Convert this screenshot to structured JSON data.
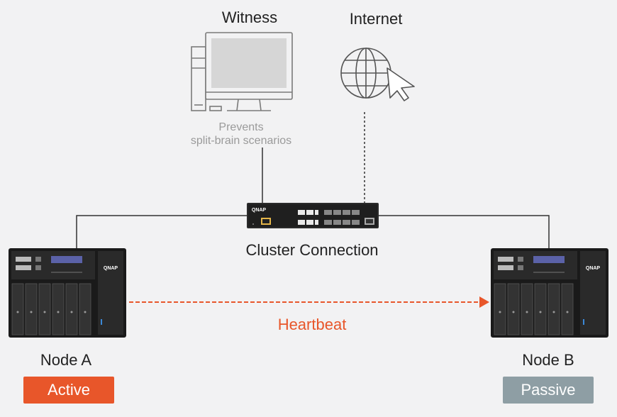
{
  "witness": {
    "title": "Witness",
    "caption_line1": "Prevents",
    "caption_line2": "split-brain scenarios"
  },
  "internet": {
    "title": "Internet"
  },
  "switch": {
    "brand": "QNAP",
    "label": "Cluster Connection"
  },
  "heartbeat": {
    "label": "Heartbeat"
  },
  "node_a": {
    "title": "Node A",
    "status": "Active",
    "brand": "QNAP"
  },
  "node_b": {
    "title": "Node B",
    "status": "Passive",
    "brand": "QNAP"
  },
  "colors": {
    "active": "#e8562a",
    "passive": "#8e9ea4",
    "line": "#333333",
    "icon_gray": "#7a7a7a"
  }
}
